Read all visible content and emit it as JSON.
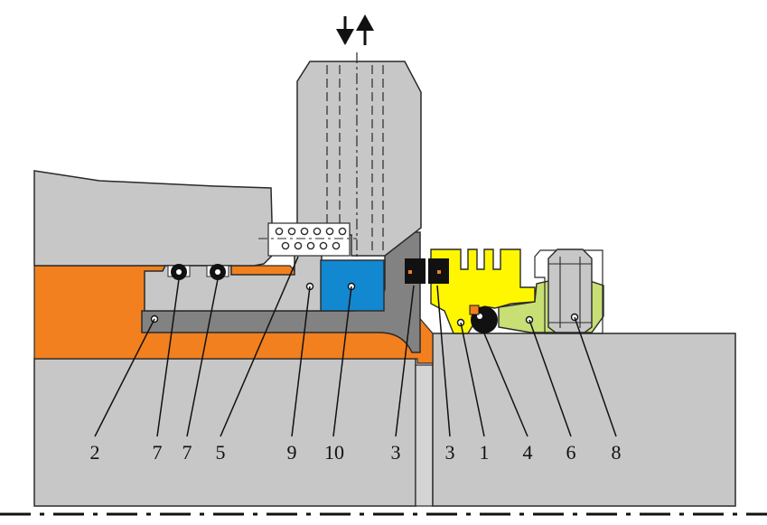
{
  "diagram": {
    "labels": [
      "2",
      "7",
      "7",
      "5",
      "9",
      "10",
      "3",
      "3",
      "1",
      "4",
      "6",
      "8"
    ]
  },
  "colors": {
    "housing_gray": "#c7c7c7",
    "dark_gray": "#828282",
    "orange": "#f2801f",
    "blue": "#1288d1",
    "yellow": "#fff700",
    "green": "#c7df74",
    "black": "#111111",
    "outline": "#2a2a2a",
    "white": "#ffffff"
  },
  "icons": [
    "double-arrow-icon"
  ]
}
